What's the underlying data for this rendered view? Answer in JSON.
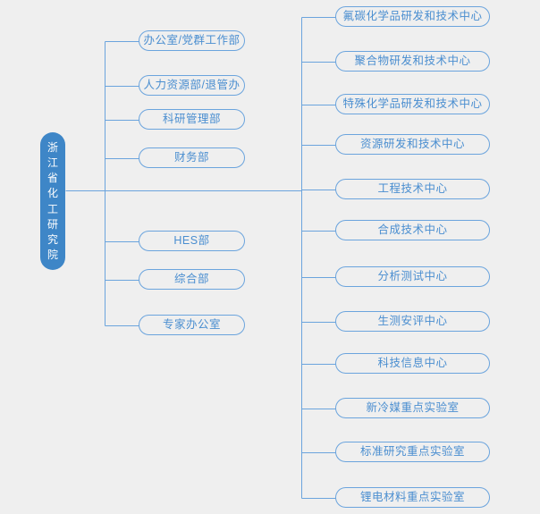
{
  "diagram": {
    "title": "organization-chart",
    "root": {
      "label": "浙江省化工研究院"
    },
    "departments": [
      {
        "label": "办公室/党群工作部"
      },
      {
        "label": "人力资源部/退管办"
      },
      {
        "label": "科研管理部"
      },
      {
        "label": "财务部"
      },
      {
        "label": "HES部"
      },
      {
        "label": "综合部"
      },
      {
        "label": "专家办公室"
      }
    ],
    "centers": [
      {
        "label": "氟碳化学品研发和技术中心"
      },
      {
        "label": "聚合物研发和技术中心"
      },
      {
        "label": "特殊化学品研发和技术中心"
      },
      {
        "label": "资源研发和技术中心"
      },
      {
        "label": "工程技术中心"
      },
      {
        "label": "合成技术中心"
      },
      {
        "label": "分析测试中心"
      },
      {
        "label": "生测安评中心"
      },
      {
        "label": "科技信息中心"
      },
      {
        "label": "新冷媒重点实验室"
      },
      {
        "label": "标准研究重点实验室"
      },
      {
        "label": "锂电材料重点实验室"
      }
    ],
    "colors": {
      "background": "#efefef",
      "root_fill": "#3e86c7",
      "root_text": "#ffffff",
      "node_border": "#6ba4dd",
      "node_text": "#4a8ed0",
      "connector": "#6ba4dd"
    }
  }
}
